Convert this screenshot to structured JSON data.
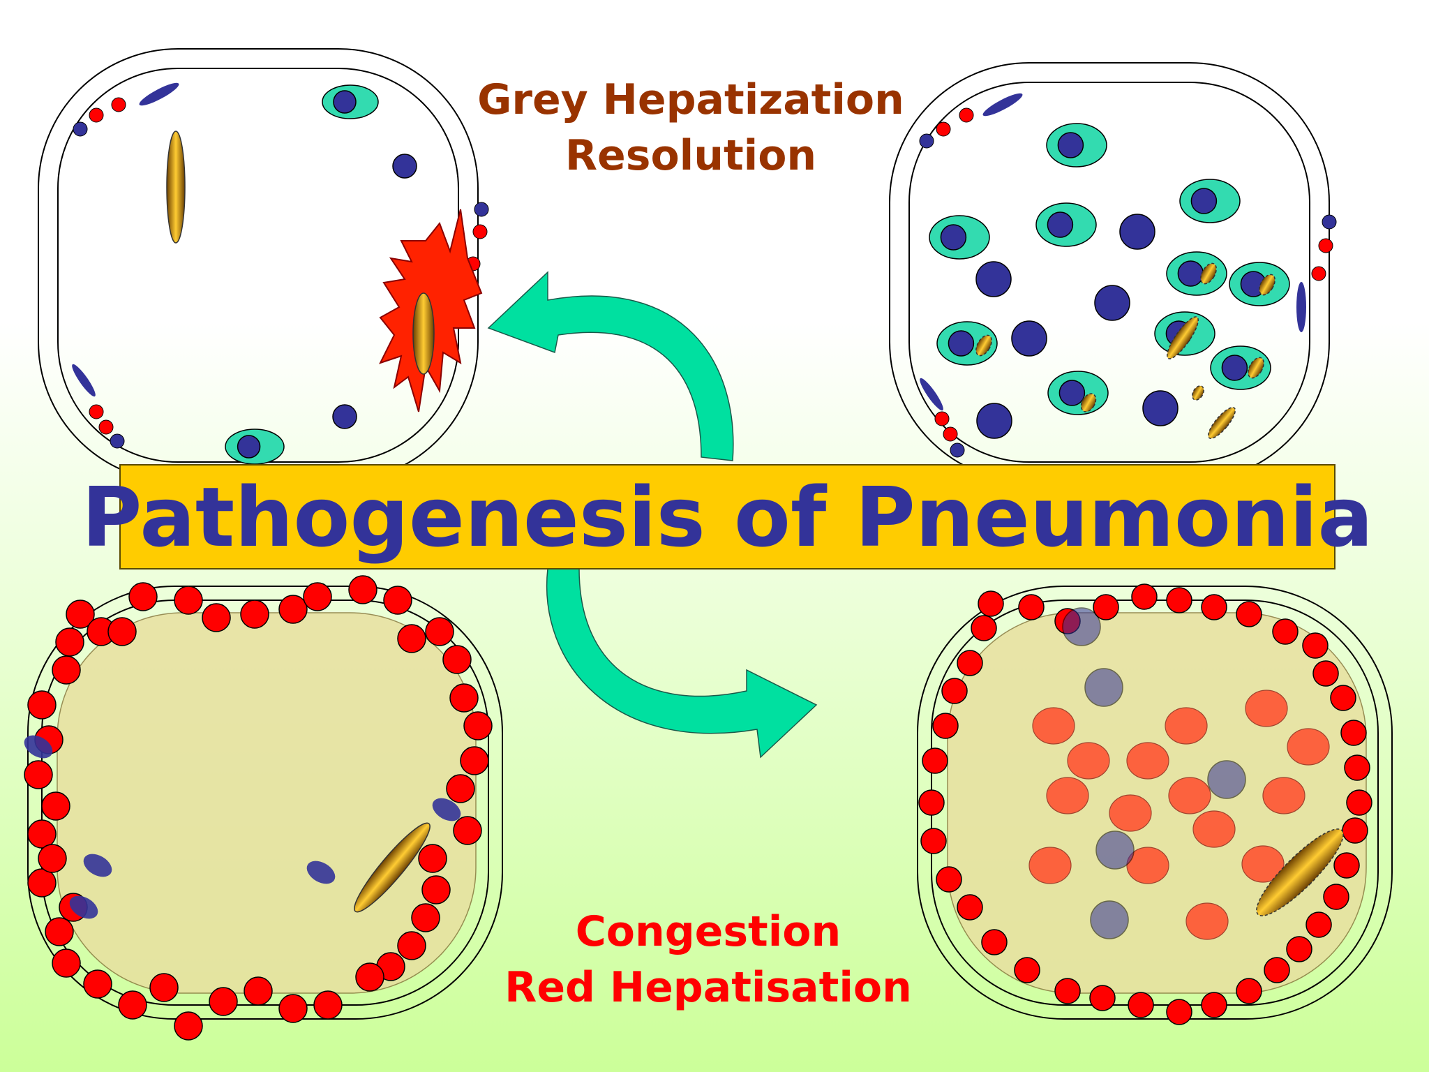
{
  "labels": {
    "top_line1": "Grey Hepatization",
    "top_line2": "Resolution",
    "bottom_line1": "Congestion",
    "bottom_line2": "Red Hepatisation"
  },
  "banner": {
    "title": "Pathogenesis of Pneumonia"
  },
  "colors": {
    "background_top": "#ffffff",
    "background_bottom": "#ccff99",
    "banner_fill": "#ffcc00",
    "banner_text": "#333399",
    "top_label": "#993300",
    "bottom_label": "#ff0000",
    "cycle_arrow": "#00e0a0",
    "red_cell": "#ff0000",
    "neutrophil": "#33dbb0",
    "nucleus": "#333399",
    "bacterium": "#cc8800",
    "exudate": "#e8e0a0"
  }
}
